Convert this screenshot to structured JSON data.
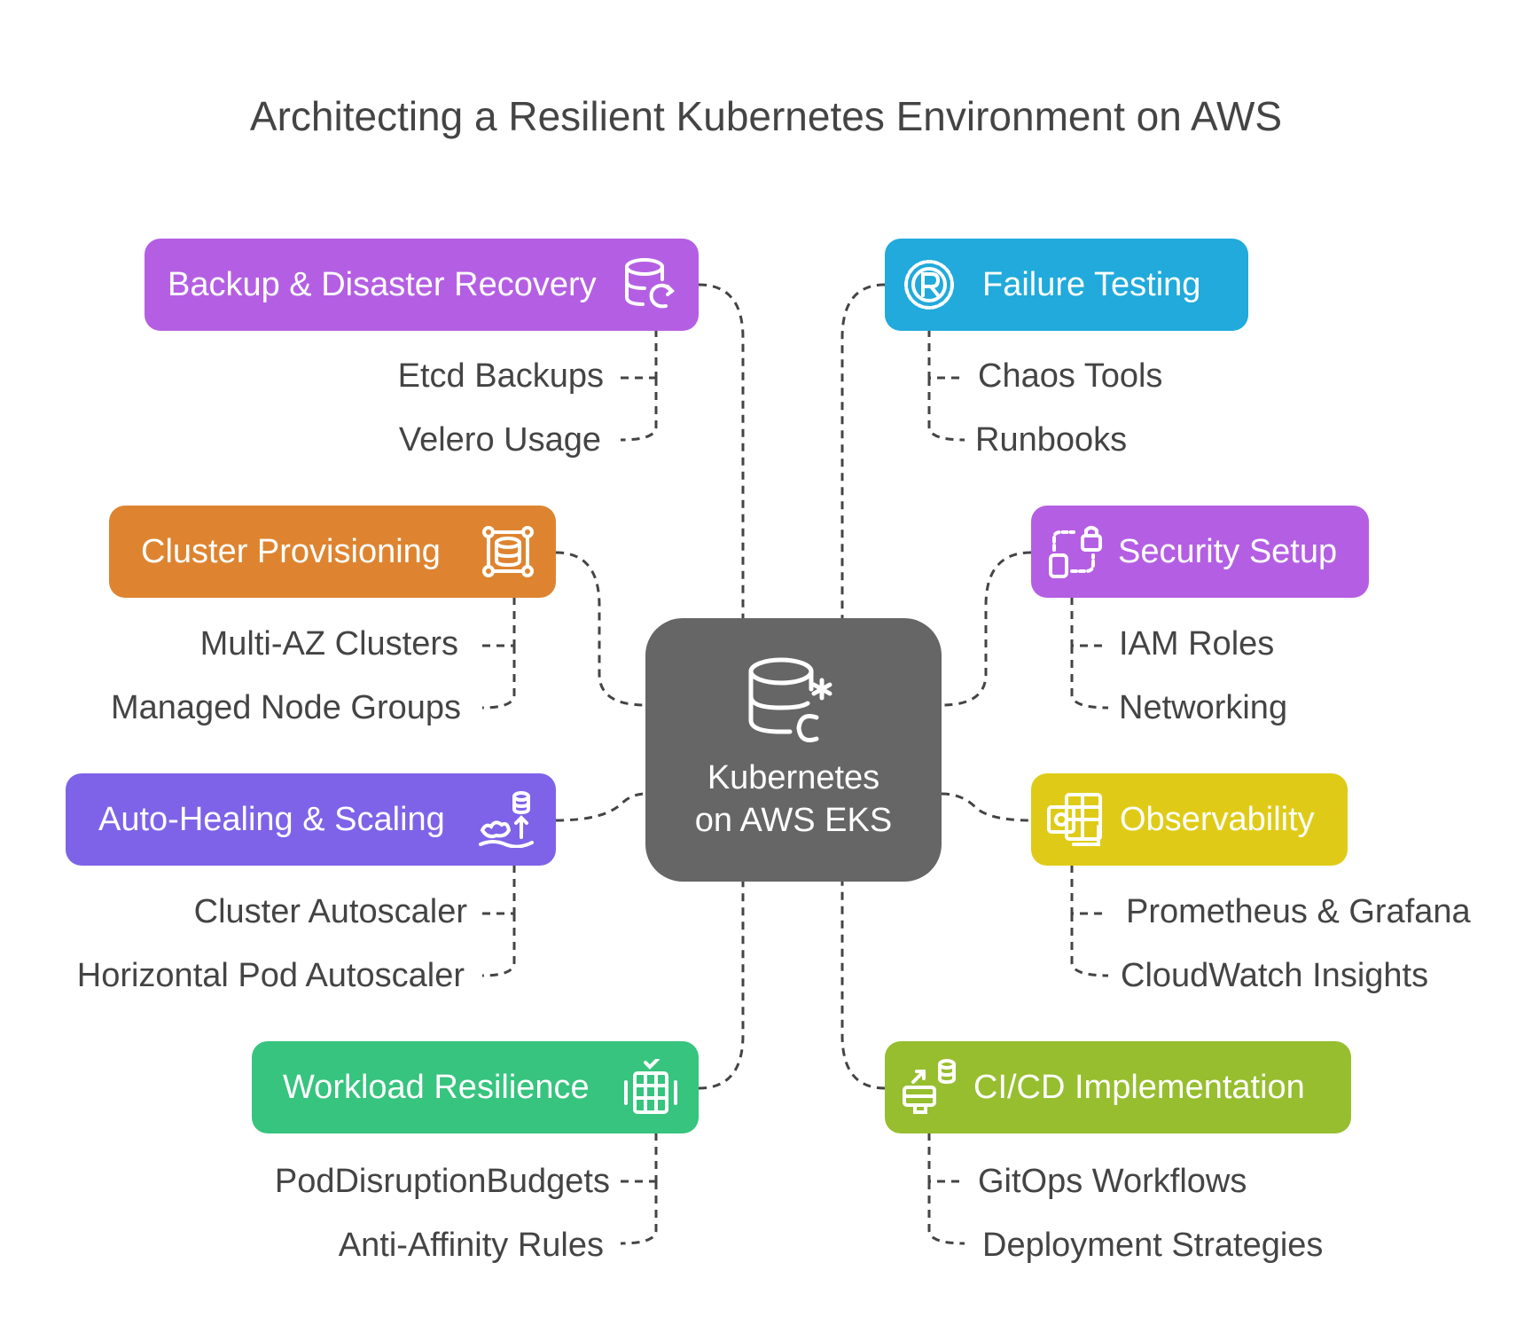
{
  "title": "Architecting a Resilient Kubernetes Environment on AWS",
  "center": {
    "line1": "Kubernetes",
    "line2": "on AWS EKS",
    "icon": "database-cluster-icon"
  },
  "colors": {
    "center": "#666666",
    "backup": "#B45FE3",
    "failure": "#21AADB",
    "cluster": "#DE8430",
    "security": "#B45FE3",
    "autoheal": "#7E63E8",
    "observability": "#DFCB17",
    "workload": "#36C47E",
    "cicd": "#96BE2F",
    "connector": "#444444"
  },
  "left": {
    "backup": {
      "label": "Backup & Disaster Recovery",
      "icon": "database-sync-icon",
      "items": [
        "Etcd Backups",
        "Velero Usage"
      ]
    },
    "cluster": {
      "label": "Cluster Provisioning",
      "icon": "network-nodes-icon",
      "items": [
        "Multi-AZ Clusters",
        "Managed Node Groups"
      ]
    },
    "autoheal": {
      "label": "Auto-Healing & Scaling",
      "icon": "scaling-database-icon",
      "items": [
        "Cluster Autoscaler",
        "Horizontal Pod Autoscaler"
      ]
    },
    "workload": {
      "label": "Workload Resilience",
      "icon": "server-check-icon",
      "items": [
        "PodDisruptionBudgets",
        "Anti-Affinity Rules"
      ]
    }
  },
  "right": {
    "failure": {
      "label": "Failure Testing",
      "icon": "badge-r-icon",
      "items": [
        "Chaos Tools",
        "Runbooks"
      ]
    },
    "security": {
      "label": "Security Setup",
      "icon": "lock-transfer-icon",
      "items": [
        "IAM Roles",
        "Networking"
      ]
    },
    "observability": {
      "label": "Observability",
      "icon": "office-dashboard-icon",
      "items": [
        "Prometheus & Grafana",
        "CloudWatch Insights"
      ]
    },
    "cicd": {
      "label": "CI/CD Implementation",
      "icon": "deploy-database-icon",
      "items": [
        "GitOps Workflows",
        "Deployment Strategies"
      ]
    }
  }
}
